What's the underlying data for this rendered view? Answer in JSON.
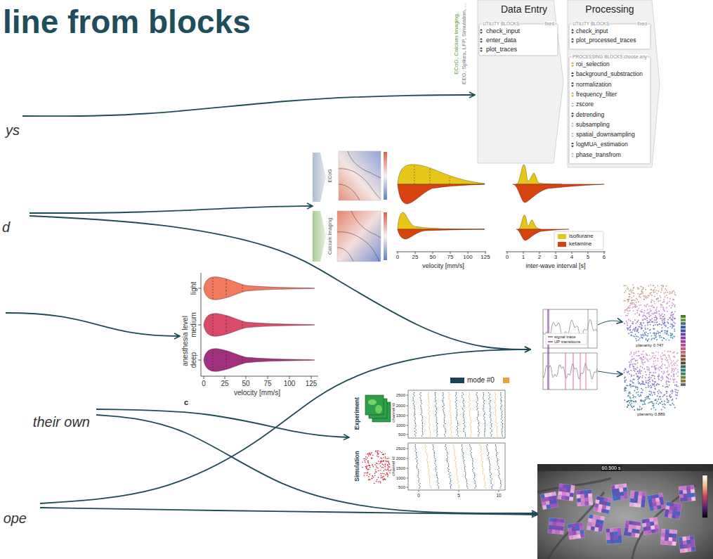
{
  "diagram": {
    "title": "line from blocks",
    "nodes": [
      {
        "text": [
          "Data Entry",
          "ECoG, Calcium Imaging,",
          "EEG, Spikes, LFP, Simulation, ...",
          "UTILITY BLOCKS",
          "fixed",
          "check_input",
          "enter_data",
          "plot_traces"
        ]
      },
      {
        "text": [
          "Processing",
          "UTILITY BLOCKS",
          "fixed",
          "check_input",
          "plot_processed_traces",
          "PROCESSING BLOCKS",
          "choose any",
          "roi_selection",
          "background_substraction",
          "normalization",
          "frequency_filter",
          "zscore",
          "detrending",
          "subsampling",
          "spatial_downsampling",
          "logMUA_estimation",
          "phase_transfrom"
        ]
      },
      {
        "text": [
          "ys"
        ]
      },
      {
        "text": [
          "d"
        ]
      },
      {
        "text": [
          "ECoG",
          "Calcium Imaging",
          "0",
          "25",
          "50",
          "75",
          "100",
          "125",
          "velocity [mm/s]",
          "0",
          "1",
          "2",
          "3",
          "4",
          "5",
          "6",
          "inter-wave interval [s]"
        ]
      },
      {
        "text": [
          "anesthesia level",
          "light",
          "medium",
          "deep",
          "0",
          "25",
          "50",
          "75",
          "100",
          "125",
          "velocity [mm/s]",
          "c"
        ]
      },
      {
        "text": [
          "signal trace",
          "UP transitions",
          "planarity 0.747",
          "planarity 0.889"
        ]
      },
      {
        "text": [
          "their own"
        ]
      },
      {
        "text": [
          "Experiment",
          "2500",
          "2000",
          "1500",
          "1000",
          "500",
          "channel id",
          "Simulation",
          "2500",
          "2000",
          "1500",
          "1000",
          "500",
          "channel id",
          "0",
          "5",
          "10"
        ]
      },
      {
        "text": [
          "ope"
        ]
      },
      {
        "text": [
          "60.500 s"
        ]
      }
    ],
    "edges": [
      {
        "from": 2,
        "to": 0,
        "arrow": "to"
      },
      {
        "from": 3,
        "to": 4,
        "arrow": "to"
      },
      {
        "from": 3,
        "to": 6,
        "arrow": "to"
      },
      {
        "from": 7,
        "to": 8,
        "arrow": "to"
      },
      {
        "from": 7,
        "to": 10,
        "arrow": "to"
      },
      {
        "from": 9,
        "to": 6,
        "arrow": "to"
      },
      {
        "from": 9,
        "to": 10,
        "arrow": "to"
      }
    ],
    "legend": [
      {
        "text": "isoflurane",
        "color": "#e6c619"
      },
      {
        "text": "ketamine",
        "color": "#d6430f"
      },
      {
        "text": "mode #0",
        "color": "#16435a"
      }
    ]
  }
}
